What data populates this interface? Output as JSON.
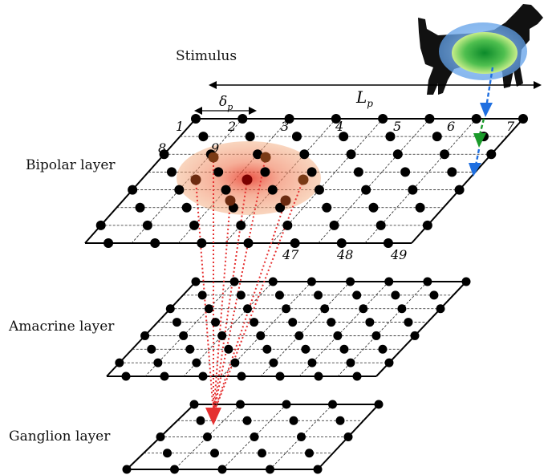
{
  "labels": {
    "stimulus": "Stimulus",
    "bipolar": "Bipolar layer",
    "amacrine": "Amacrine layer",
    "ganglion": "Ganglion layer"
  },
  "dimension_labels": {
    "lp_main": "L",
    "lp_sub": "p",
    "delta_main": "δ",
    "delta_sub": "p"
  },
  "cell_numbers": {
    "top_row": [
      "1",
      "2",
      "3",
      "4",
      "5",
      "6",
      "7"
    ],
    "second_row": [
      "8",
      "9"
    ],
    "bottom_row": [
      "47",
      "48",
      "49"
    ]
  },
  "colors": {
    "node": "#000000",
    "grid_edge": "#000000",
    "grid_inner": "#222222",
    "projection": "#e53030",
    "arrow_blue": "#1f6fe0",
    "arrow_green": "#1a9a2a",
    "receptive_field": "#f4b48a",
    "stimulus_center": "#1e9b3a",
    "stimulus_halo": "#7fb6ef",
    "dog": "#111111"
  }
}
